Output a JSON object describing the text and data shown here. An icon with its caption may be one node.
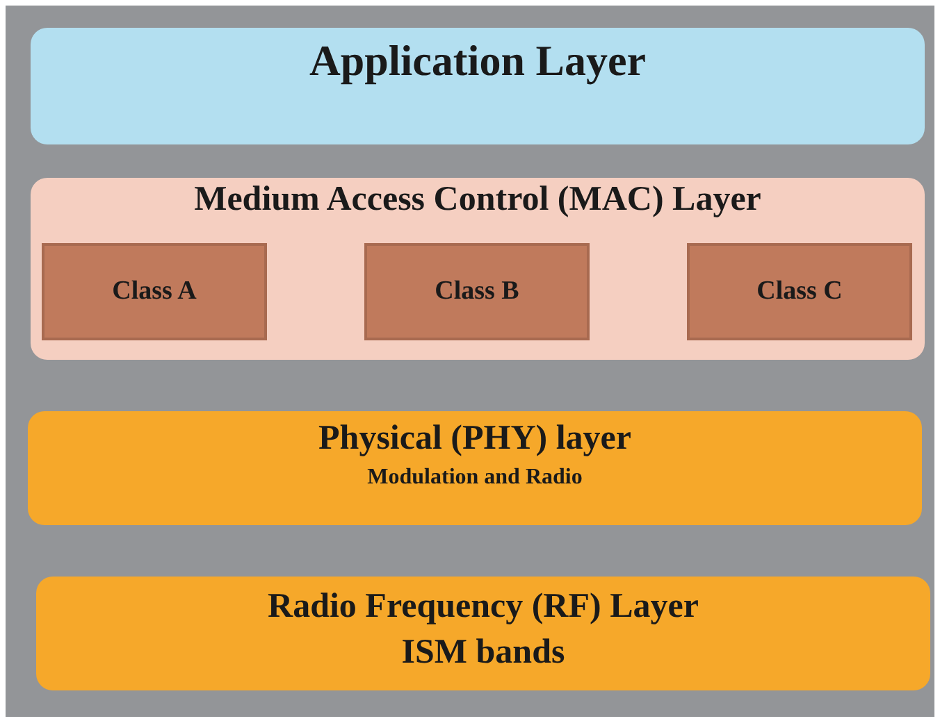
{
  "diagram": {
    "nodes": [
      {
        "text": [
          "Application Layer"
        ]
      },
      {
        "text": [
          "Medium Access Control (MAC) Layer"
        ]
      },
      {
        "text": [
          "Class A"
        ],
        "in": 1
      },
      {
        "text": [
          "Class B"
        ],
        "in": 1
      },
      {
        "text": [
          "Class C"
        ],
        "in": 1
      },
      {
        "text": [
          "Physical (PHY) layer",
          "Modulation and Radio"
        ]
      },
      {
        "text": [
          "Radio Frequency (RF) Layer",
          "ISM bands"
        ]
      }
    ],
    "edges": []
  }
}
